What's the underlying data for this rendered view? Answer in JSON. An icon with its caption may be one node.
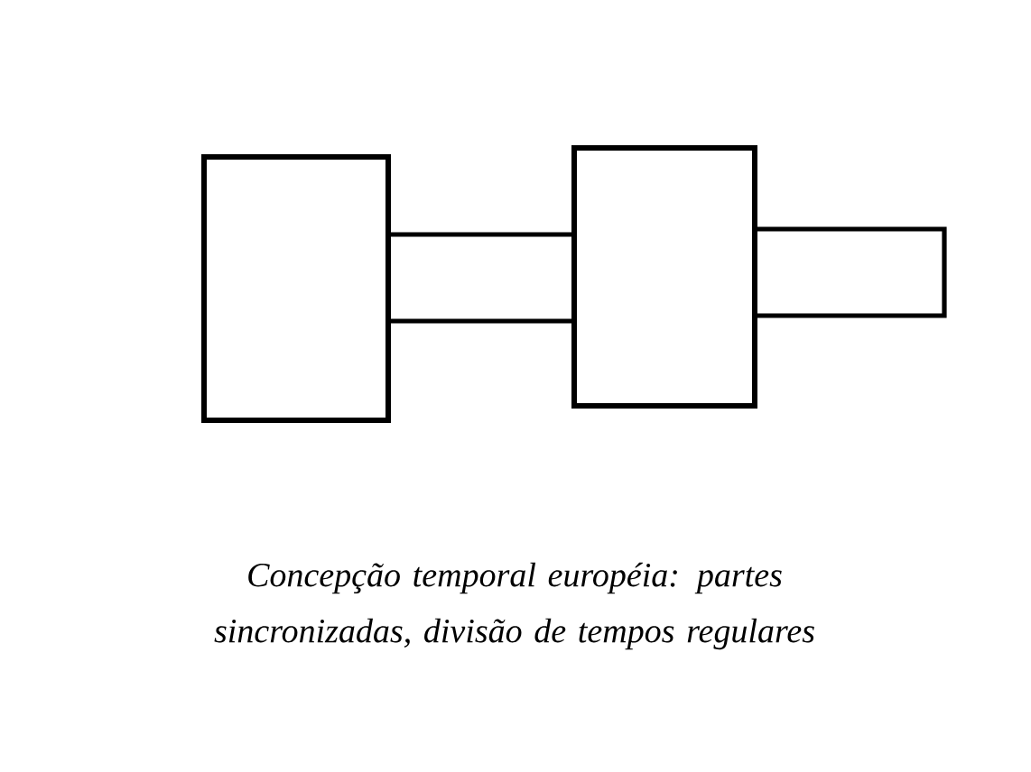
{
  "diagram": {
    "caption": "Concepção temporal européia: partes sincronizadas, divisão de tempos regulares",
    "nodes": [
      {
        "text": [],
        "shape": "box"
      },
      {
        "text": [],
        "shape": "bar"
      },
      {
        "text": [],
        "shape": "box"
      },
      {
        "text": [],
        "shape": "bar"
      }
    ]
  }
}
